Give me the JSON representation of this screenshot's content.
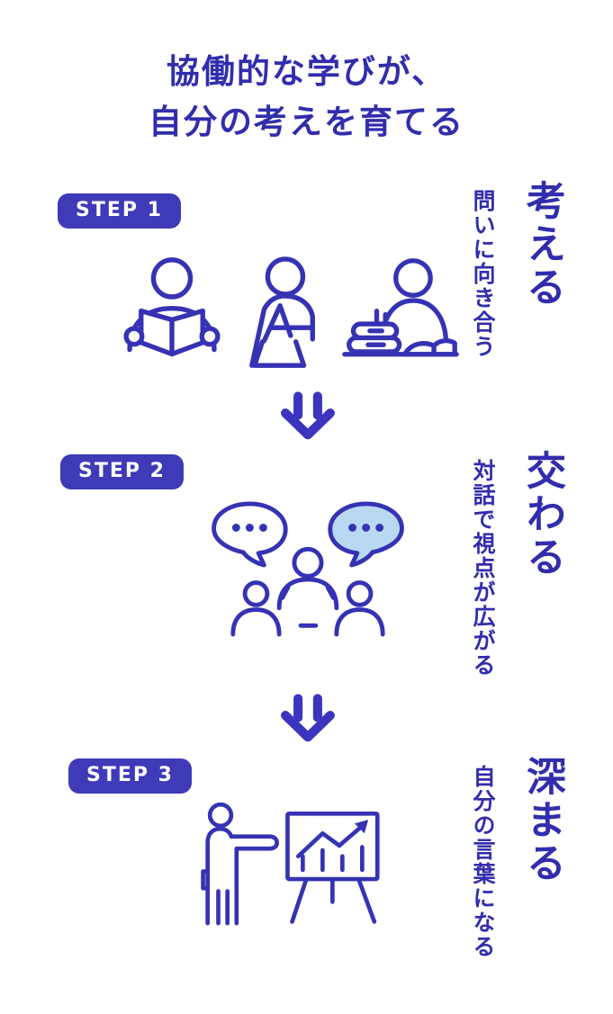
{
  "title": {
    "line1": "協働的な学びが、",
    "line2": "自分の考えを育てる"
  },
  "steps": [
    {
      "badge": "STEP 1",
      "keyword": "考える",
      "description": "問いに向き合う",
      "icons": [
        "reading-person-icon",
        "writing-person-icon",
        "studying-person-icon"
      ]
    },
    {
      "badge": "STEP 2",
      "keyword": "交わる",
      "description": "対話で視点が広がる",
      "icons": [
        "discussion-group-icon",
        "speech-bubble-outline-icon",
        "speech-bubble-filled-icon"
      ]
    },
    {
      "badge": "STEP 3",
      "keyword": "深まる",
      "description": "自分の言葉になる",
      "icons": [
        "presenter-chart-icon"
      ]
    }
  ],
  "connectors": [
    "double-down-arrow-icon",
    "double-down-arrow-icon"
  ],
  "colors": {
    "primary_line": "#3632b4",
    "text": "#322dac",
    "badge_bg": "#3e3ab8",
    "badge_text": "#ffffff",
    "bubble_fill": "#b9d9f3",
    "arrow": "#3a34bf",
    "background": "#ffffff"
  }
}
